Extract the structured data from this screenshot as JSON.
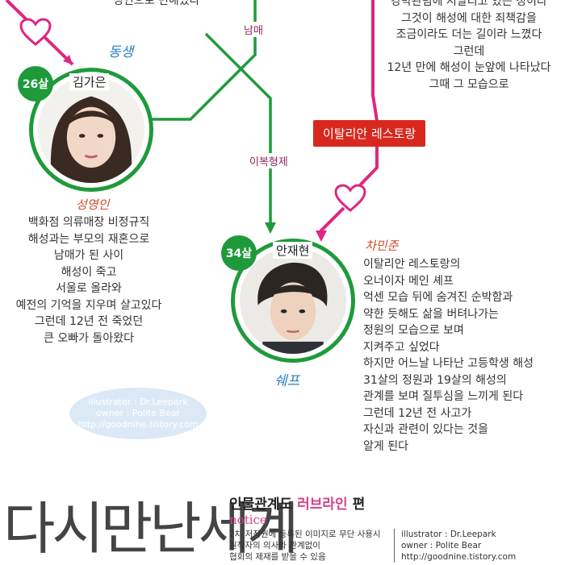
{
  "top_fragment": "성인으로 변해있다",
  "relations": {
    "siblings": "남매",
    "half_brothers": "이복형제"
  },
  "right_story": [
    "강박관념에 시달리고 있는 정이다",
    "그것이 해성에 대한 죄책감을",
    "조금이라도 더는 길이라 느꼈다",
    "그런데",
    "12년 만에 해성이 눈앞에 나타났다",
    "그때 그 모습으로"
  ],
  "restaurant_label": "이탈리안 레스토랑",
  "left_person": {
    "role_tag": "동생",
    "age": "26살",
    "name": "김가은",
    "character": "성영인",
    "description": [
      "백화점 의류매장 비정규직",
      "해성과는 부모의 재혼으로",
      "남매가 된 사이",
      "해성이 죽고",
      "서울로 올라와",
      "예전의 기억을 지우며 살고있다",
      "그런데 12년 전 죽었던",
      "큰 오빠가 돌아왔다"
    ]
  },
  "right_person": {
    "role_tag": "쉐프",
    "age": "34살",
    "name": "안재현",
    "character": "차민준",
    "description": [
      "이탈리안 레스토랑의",
      "오너이자 메인 셰프",
      "억센 모습 뒤에 숨겨진 순박함과",
      "약한 듯해도 삶을 버텨나가는",
      "정원의 모습으로 보며",
      "지켜주고 싶었다",
      "하지만 어느날 나타난 고등학생 해성",
      "31살의 정원과 19살의 해성의",
      "관계를 보며 질투심을 느끼게 된다",
      "그런데 12년 전 사고가",
      "자신과 관련이 있다는 것을",
      "알게 된다"
    ]
  },
  "watermark": [
    "illustrator : Dr.Leepark",
    "owner : Polite Bear",
    "http://goodnine.tistory.com"
  ],
  "footer": {
    "drama_title": "다시만난세계",
    "subtitle_prefix": "인물관계도",
    "subtitle_highlight": "러브라인",
    "subtitle_suffix": "편",
    "notice_heading": "notice",
    "notice_lines": [
      "2차 저작권에 등록된 이미지로 무단 사용시",
      "원작자의 의사와 관계없이",
      "협회의 제재를 받을 수 있음"
    ],
    "credits": [
      "illustrator : Dr.Leepark",
      "owner : Polite Bear",
      "http://goodnine.tistory.com"
    ]
  },
  "colors": {
    "green": "#1f9a3b",
    "pink": "#e0267f",
    "red": "#d8281e"
  }
}
